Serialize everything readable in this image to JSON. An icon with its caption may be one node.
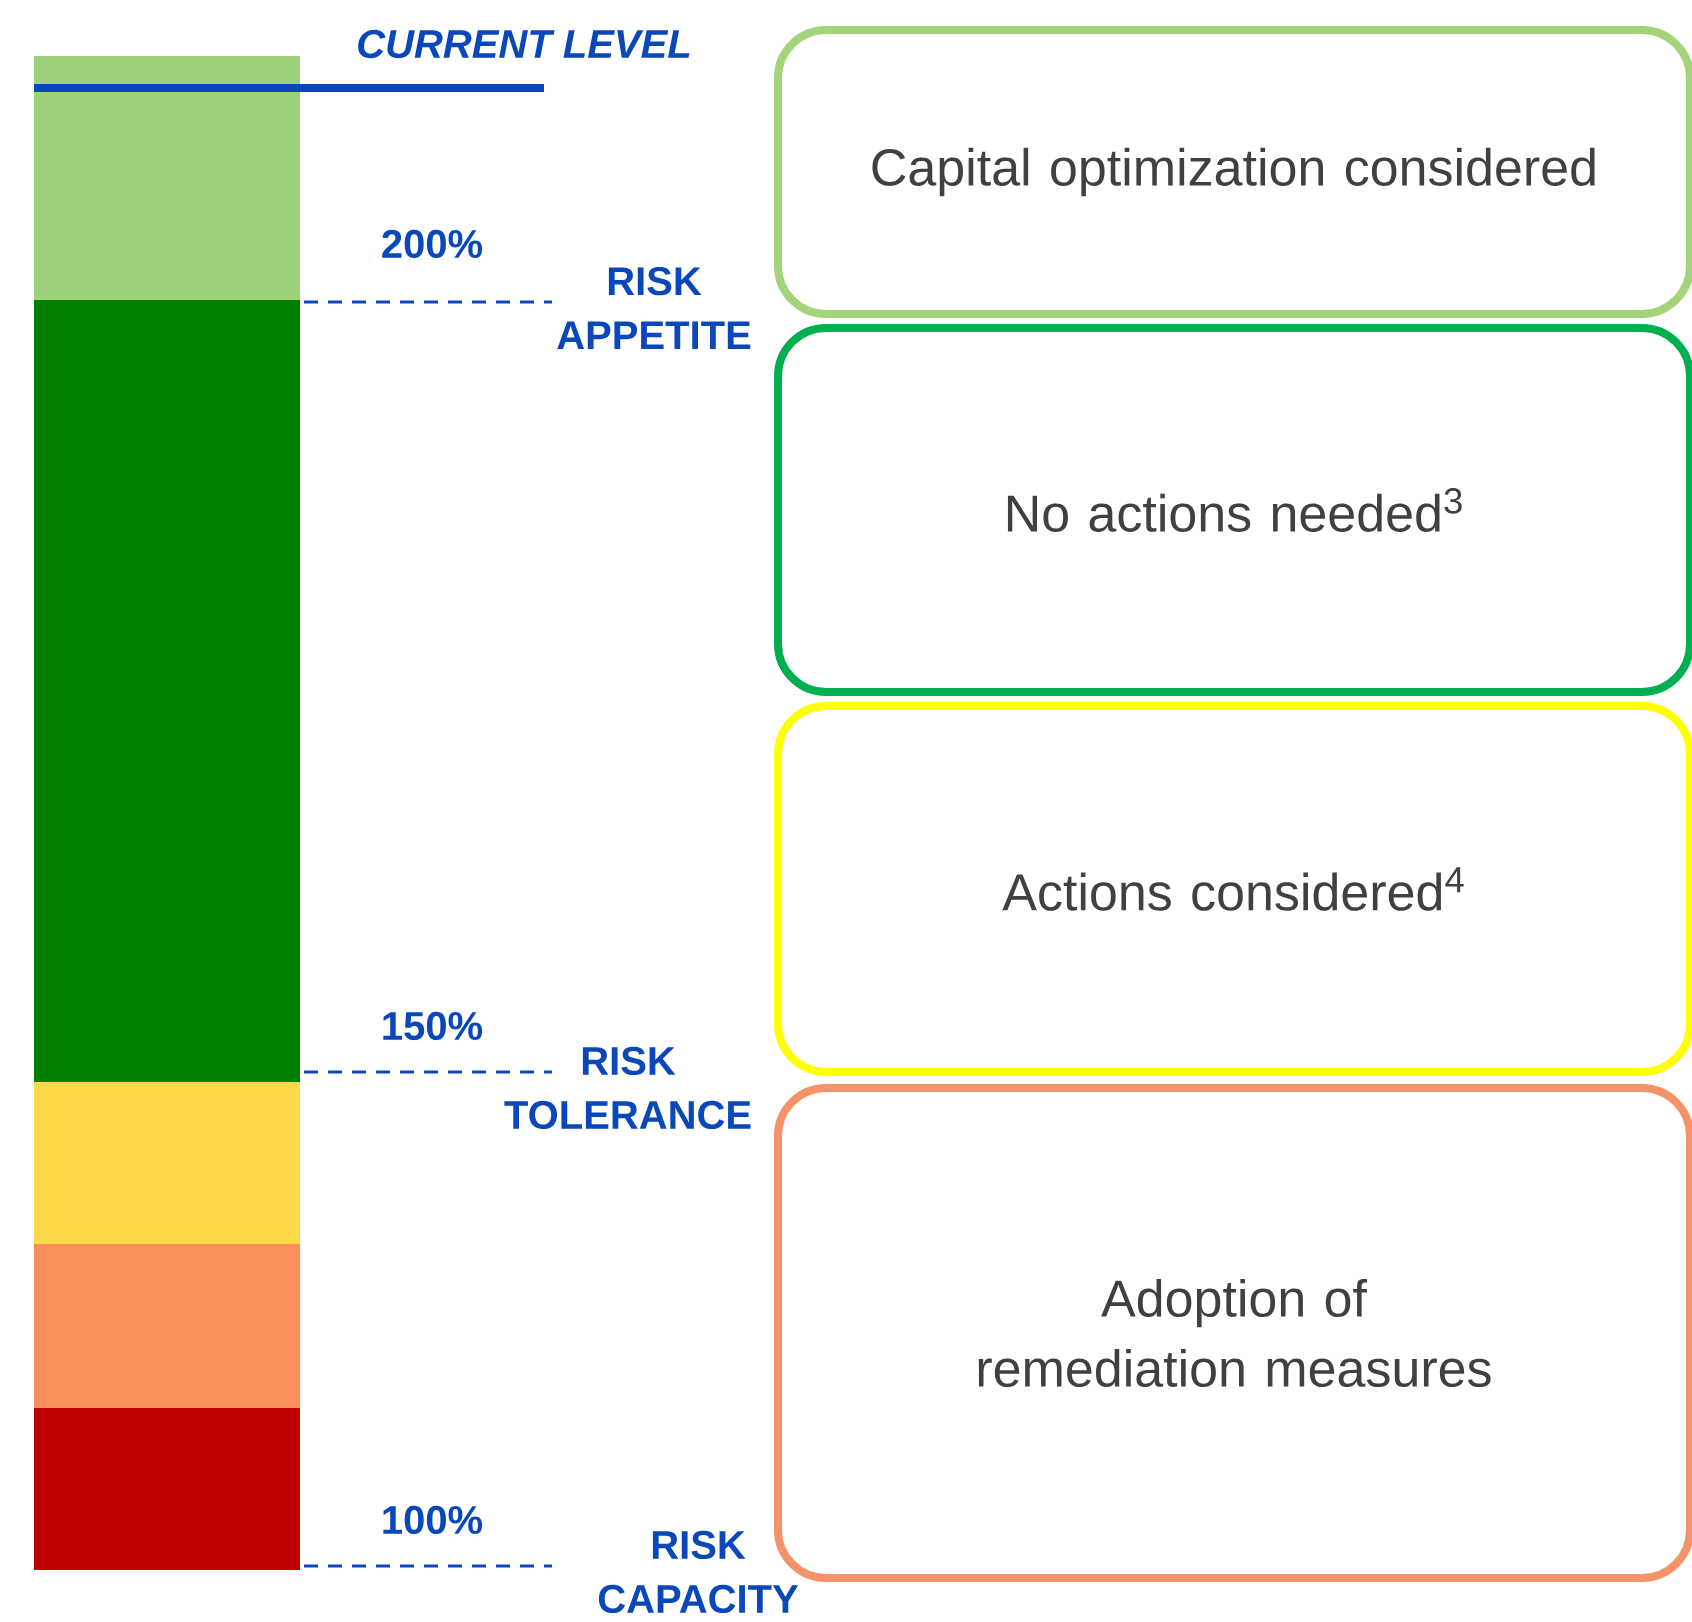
{
  "diagram": {
    "nodes": [
      {
        "text": [
          "Capital optimization considered"
        ]
      },
      {
        "text": [
          "No actions needed$^{3}$"
        ]
      },
      {
        "text": [
          "Actions considered$^{4}$"
        ]
      },
      {
        "text": [
          "Adoption of remediation measures"
        ]
      }
    ],
    "labels": [
      "CURRENT LEVEL",
      "200%",
      "RISK APPETITE",
      "150%",
      "RISK TOLERANCE",
      "100%",
      "RISK CAPACITY"
    ]
  }
}
